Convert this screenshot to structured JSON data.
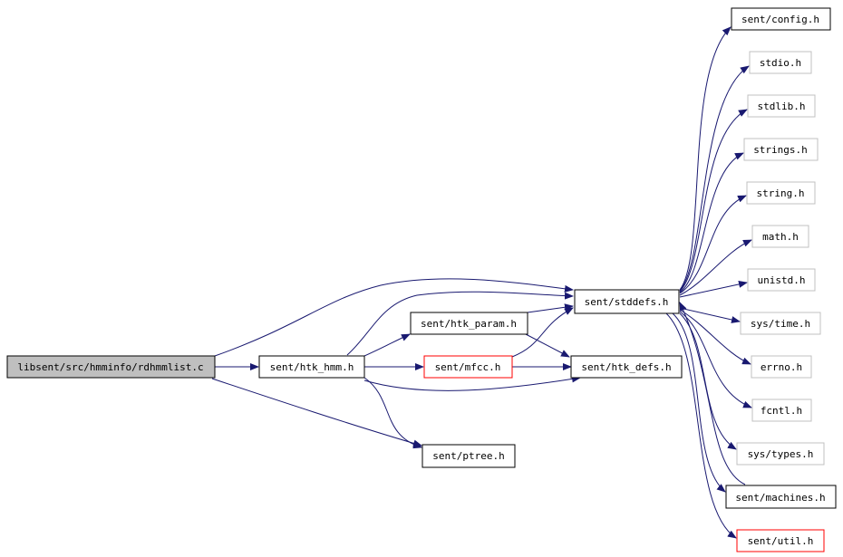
{
  "colors": {
    "edge": "#191970",
    "border_normal": "#000000",
    "border_missing": "#c0c0c0",
    "border_linked": "#ff0000",
    "root_fill": "#bfbfbf",
    "node_fill": "#ffffff"
  },
  "nodes": {
    "root": {
      "label": "libsent/src/hmminfo/rdhmmlist.c",
      "style": "root"
    },
    "htk_hmm": {
      "label": "sent/htk_hmm.h",
      "style": "normal"
    },
    "htk_param": {
      "label": "sent/htk_param.h",
      "style": "normal"
    },
    "mfcc": {
      "label": "sent/mfcc.h",
      "style": "linked"
    },
    "ptree": {
      "label": "sent/ptree.h",
      "style": "normal"
    },
    "stddefs": {
      "label": "sent/stddefs.h",
      "style": "normal"
    },
    "htk_defs": {
      "label": "sent/htk_defs.h",
      "style": "normal"
    },
    "config": {
      "label": "sent/config.h",
      "style": "normal"
    },
    "stdio": {
      "label": "stdio.h",
      "style": "missing"
    },
    "stdlib": {
      "label": "stdlib.h",
      "style": "missing"
    },
    "strings": {
      "label": "strings.h",
      "style": "missing"
    },
    "string": {
      "label": "string.h",
      "style": "missing"
    },
    "math": {
      "label": "math.h",
      "style": "missing"
    },
    "unistd": {
      "label": "unistd.h",
      "style": "missing"
    },
    "sys_time": {
      "label": "sys/time.h",
      "style": "missing"
    },
    "errno": {
      "label": "errno.h",
      "style": "missing"
    },
    "fcntl": {
      "label": "fcntl.h",
      "style": "missing"
    },
    "sys_types": {
      "label": "sys/types.h",
      "style": "missing"
    },
    "machines": {
      "label": "sent/machines.h",
      "style": "normal"
    },
    "util": {
      "label": "sent/util.h",
      "style": "linked"
    }
  },
  "edges": [
    {
      "from": "root",
      "to": "htk_hmm"
    },
    {
      "from": "root",
      "to": "stddefs"
    },
    {
      "from": "root",
      "to": "ptree"
    },
    {
      "from": "htk_hmm",
      "to": "stddefs"
    },
    {
      "from": "htk_hmm",
      "to": "htk_param"
    },
    {
      "from": "htk_hmm",
      "to": "mfcc"
    },
    {
      "from": "htk_hmm",
      "to": "htk_defs"
    },
    {
      "from": "htk_hmm",
      "to": "ptree"
    },
    {
      "from": "htk_param",
      "to": "stddefs"
    },
    {
      "from": "htk_param",
      "to": "htk_defs"
    },
    {
      "from": "mfcc",
      "to": "stddefs"
    },
    {
      "from": "mfcc",
      "to": "htk_defs"
    },
    {
      "from": "stddefs",
      "to": "config"
    },
    {
      "from": "stddefs",
      "to": "stdio"
    },
    {
      "from": "stddefs",
      "to": "stdlib"
    },
    {
      "from": "stddefs",
      "to": "strings"
    },
    {
      "from": "stddefs",
      "to": "string"
    },
    {
      "from": "stddefs",
      "to": "math"
    },
    {
      "from": "stddefs",
      "to": "unistd"
    },
    {
      "from": "stddefs",
      "to": "sys_time"
    },
    {
      "from": "stddefs",
      "to": "errno"
    },
    {
      "from": "stddefs",
      "to": "fcntl"
    },
    {
      "from": "stddefs",
      "to": "sys_types"
    },
    {
      "from": "stddefs",
      "to": "machines"
    },
    {
      "from": "stddefs",
      "to": "util"
    },
    {
      "from": "machines",
      "to": "stddefs"
    }
  ]
}
